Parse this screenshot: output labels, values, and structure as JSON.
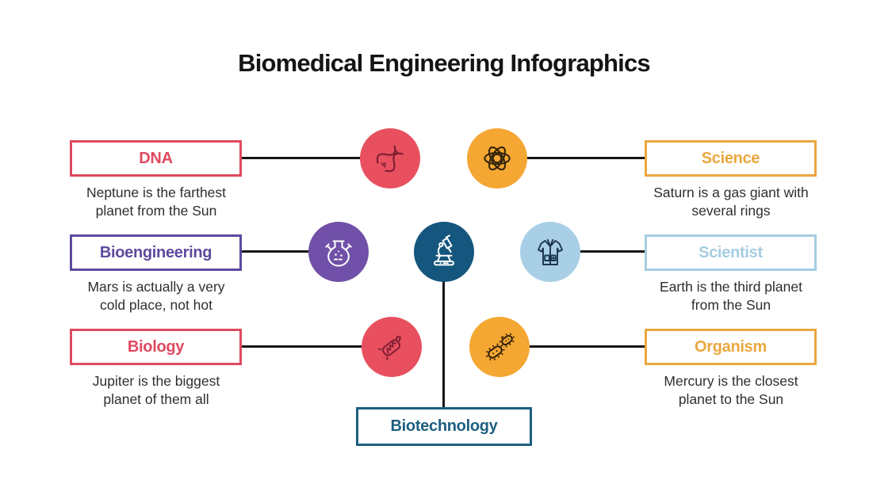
{
  "title": "Biomedical Engineering Infographics",
  "left_items": [
    {
      "label": "DNA",
      "description": "Neptune is the farthest planet from the Sun",
      "accent_color": "#df4a5f",
      "icon": "dna-helix-icon",
      "icon_bg": "#e8505f"
    },
    {
      "label": "Bioengineering",
      "description": "Mars is actually a very cold place, not hot",
      "accent_color": "#5e4a9e",
      "icon": "flask-icon",
      "icon_bg": "#7050a8"
    },
    {
      "label": "Biology",
      "description": "Jupiter is the biggest planet of them all",
      "accent_color": "#df4a5f",
      "icon": "dna-syringe-icon",
      "icon_bg": "#e8505f"
    }
  ],
  "right_items": [
    {
      "label": "Science",
      "description": "Saturn is a gas giant with several rings",
      "accent_color": "#eba73e",
      "icon": "atom-icon",
      "icon_bg": "#f5a733"
    },
    {
      "label": "Scientist",
      "description": "Earth is the third planet from the Sun",
      "accent_color": "#a5cde0",
      "icon": "lab-coat-icon",
      "icon_bg": "#a9cfe6"
    },
    {
      "label": "Organism",
      "description": "Mercury is the closest planet to the Sun",
      "accent_color": "#eba73e",
      "icon": "bacteria-icon",
      "icon_bg": "#f5a733"
    }
  ],
  "center_node": {
    "icon": "microscope-icon",
    "icon_bg": "#14567d"
  },
  "bottom_node": {
    "label": "Biotechnology",
    "accent_color": "#1d5f80"
  },
  "colors": {
    "background": "#ffffff",
    "title_text": "#141414",
    "body_text": "#2e2e2e",
    "connector_line": "#161616",
    "red": "#e8505f",
    "amber": "#f5a733",
    "purple": "#7050a8",
    "light_blue": "#a9cfe6",
    "dark_blue": "#14567d"
  }
}
